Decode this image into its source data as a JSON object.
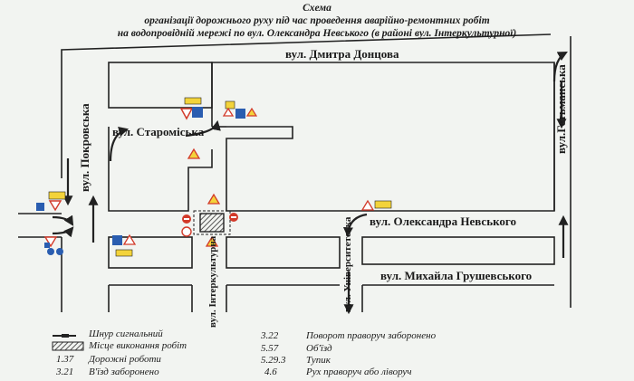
{
  "title": {
    "line1": "Схема",
    "line2": "організації дорожнього руху під час проведення аварійно-ремонтних робіт",
    "line3": "на водопровідній мережі по вул. Олександра Невського (в районі вул. Інтеркультурної)"
  },
  "streets": {
    "dontsova": "вул. Дмитра Донцова",
    "staromiska": "вул. Староміська",
    "pokrovska": "вул. Покровська",
    "hetmanska": "вул.Гетьманська",
    "nevskoho": "вул. Олександра Невського",
    "hrushevskoho": "вул. Михайла Грушевського",
    "universytetska": "вул. Університетська",
    "interkulturna": "вул. Інтеркультурна"
  },
  "legend": {
    "cord": "Шнур сигнальний",
    "worksite": "Місце виконання робіт",
    "s137_code": "1.37",
    "s137_text": "Дорожні роботи",
    "s321_code": "3.21",
    "s321_text": "В'їзд заборонено",
    "s322_code": "3.22",
    "s322_text": "Поворот праворуч заборонено",
    "s557_code": "5.57",
    "s557_text": "Об'їзд",
    "s5293_code": "5.29.3",
    "s5293_text": "Тупик",
    "s46_code": "4.6",
    "s46_text": "Рух праворуч або ліворуч"
  },
  "colors": {
    "line": "#222222",
    "sign_red": "#d23a2a",
    "sign_yellow": "#f3d33a",
    "sign_blue": "#2a5db0",
    "hatch": "#555555"
  }
}
